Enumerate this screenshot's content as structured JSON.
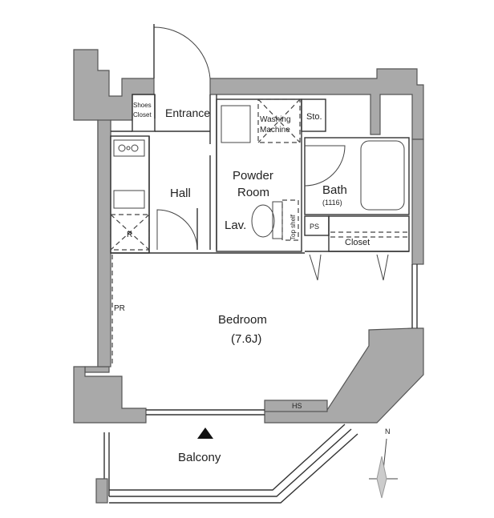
{
  "rooms": {
    "entrance": "Entrance",
    "shoes_closet_line1": "Shoes",
    "shoes_closet_line2": "Closet",
    "washing_line1": "Washing",
    "washing_line2": "Machine",
    "storage": "Sto.",
    "hall": "Hall",
    "powder_line1": "Powder",
    "powder_line2": "Room",
    "lavatory": "Lav.",
    "top_shelf": "Top shelf",
    "bath": "Bath",
    "bath_size": "(1116)",
    "ps": "PS",
    "closet": "Closet",
    "refrigerator": "R",
    "pr": "PR",
    "bedroom": "Bedroom",
    "bedroom_size": "(7.6J)",
    "hs": "HS",
    "balcony": "Balcony"
  },
  "compass": {
    "north": "N"
  },
  "colors": {
    "wall": "#a9a9a9",
    "line": "#333333"
  }
}
